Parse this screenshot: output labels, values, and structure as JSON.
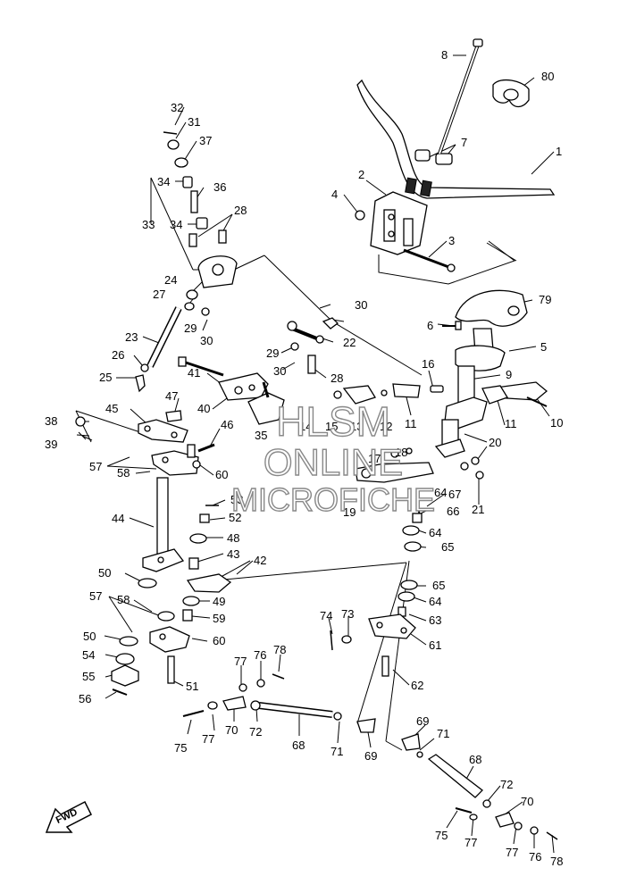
{
  "diagram": {
    "callouts": [
      "1",
      "2",
      "3",
      "4",
      "5",
      "6",
      "7",
      "8",
      "9",
      "10",
      "11",
      "11",
      "12",
      "13",
      "14",
      "15",
      "16",
      "17",
      "18",
      "19",
      "20",
      "21",
      "22",
      "23",
      "24",
      "25",
      "26",
      "27",
      "28",
      "28",
      "29",
      "29",
      "30",
      "30",
      "30",
      "31",
      "32",
      "33",
      "34",
      "34",
      "35",
      "36",
      "37",
      "38",
      "39",
      "40",
      "41",
      "42",
      "43",
      "44",
      "45",
      "46",
      "47",
      "48",
      "49",
      "50",
      "50",
      "51",
      "52",
      "53",
      "54",
      "55",
      "56",
      "57",
      "57",
      "58",
      "58",
      "59",
      "60",
      "60",
      "61",
      "62",
      "63",
      "64",
      "64",
      "64",
      "65",
      "65",
      "66",
      "67",
      "68",
      "68",
      "69",
      "69",
      "70",
      "70",
      "71",
      "71",
      "72",
      "72",
      "73",
      "74",
      "75",
      "75",
      "76",
      "76",
      "77",
      "77",
      "77",
      "77",
      "78",
      "78",
      "79",
      "80"
    ],
    "watermark": [
      "HLSM",
      "ONLINE",
      "MICROFICHE"
    ],
    "fwd_label": "FWD"
  }
}
